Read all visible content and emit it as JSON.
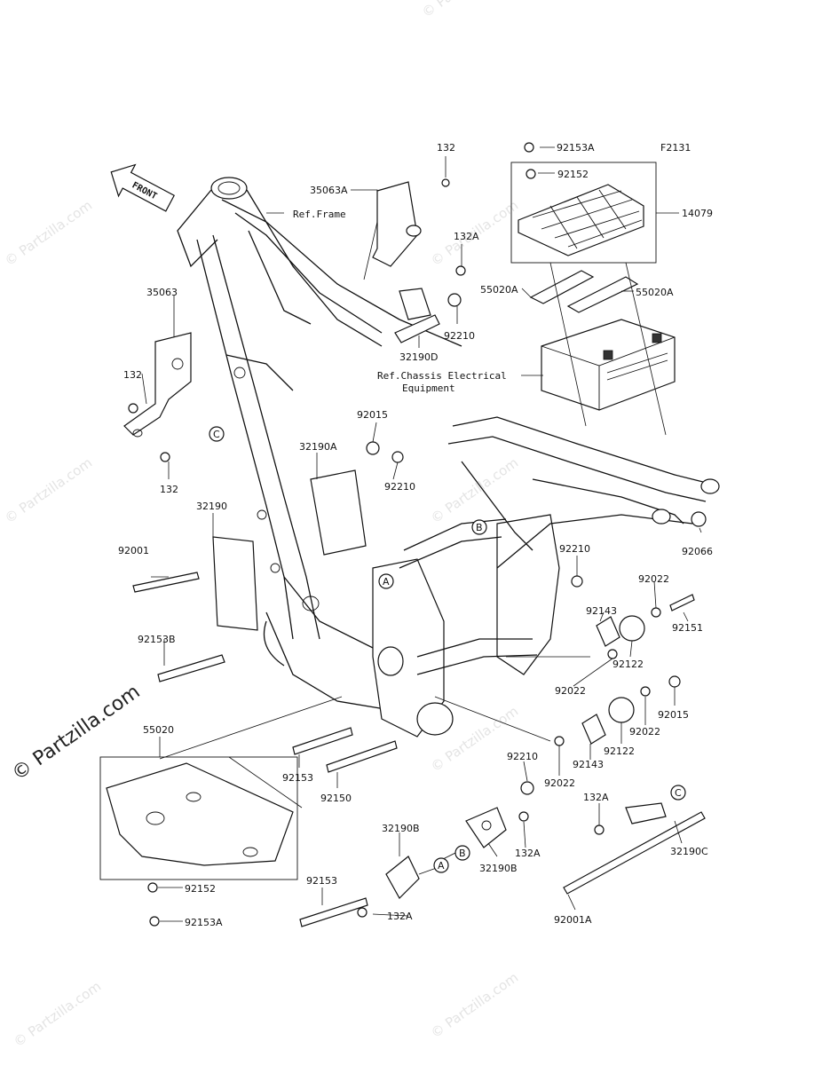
{
  "diagram_code": "F2131",
  "front_label": "FRONT",
  "ref_labels": {
    "frame": "Ref.Frame",
    "chassis_line1": "Ref.Chassis Electrical",
    "chassis_line2": "Equipment"
  },
  "callouts": {
    "A": "A",
    "B": "B",
    "C": "C"
  },
  "parts": {
    "p132_top": "132",
    "p35063A": "35063A",
    "p132A_top": "132A",
    "p35063": "35063",
    "p132_left": "132",
    "p132_left2": "132",
    "p32190D": "32190D",
    "p92210_top": "92210",
    "p92153A_top": "92153A",
    "p92152_top": "92152",
    "p14079": "14079",
    "p55020A_left": "55020A",
    "p55020A_right": "55020A",
    "p92015_top": "92015",
    "p32190A": "32190A",
    "p92210_mid": "92210",
    "p32190": "32190",
    "p92001": "92001",
    "p92066": "92066",
    "p92210_right": "92210",
    "p92022_r1": "92022",
    "p92143_r1": "92143",
    "p92151": "92151",
    "p92122_r1": "92122",
    "p92022_r2": "92022",
    "p92015_r": "92015",
    "p92022_r3": "92022",
    "p92122_r2": "92122",
    "p92143_r2": "92143",
    "p92022_r4": "92022",
    "p92153B": "92153B",
    "p55020": "55020",
    "p92153_mid": "92153",
    "p92150": "92150",
    "p92210_bot": "92210",
    "p32190B_left": "32190B",
    "p32190B_right": "32190B",
    "p132A_mid": "132A",
    "p132A_bot": "132A",
    "p132A_right": "132A",
    "p32190C": "32190C",
    "p92001A": "92001A",
    "p92153_bot": "92153",
    "p92152_bot": "92152",
    "p92153A_bot": "92153A"
  },
  "watermark": "© Partzilla.com"
}
